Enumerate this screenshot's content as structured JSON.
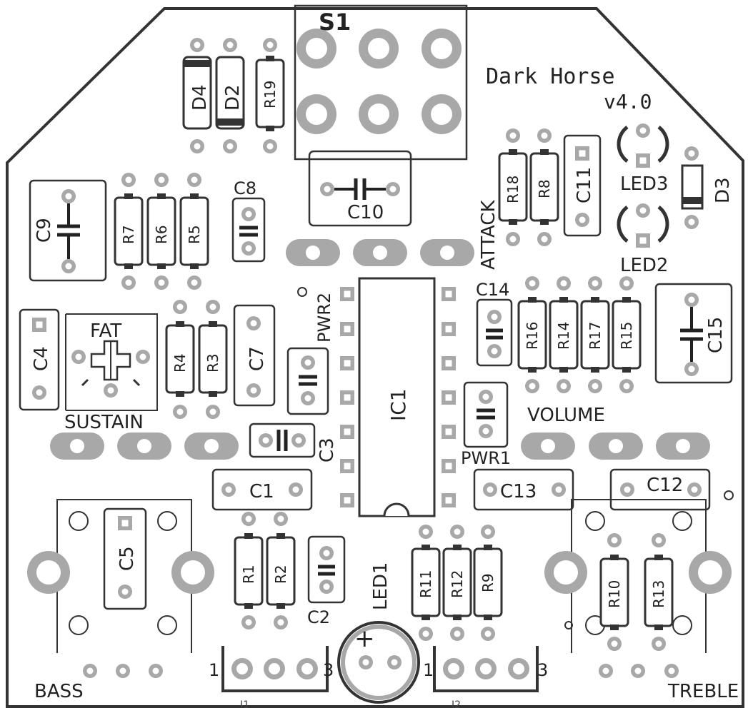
{
  "board": {
    "title_line1": "Dark Horse",
    "title_line2": "v4.0",
    "colors": {
      "outline": "#333333",
      "pad_fill": "#a8a8a8",
      "pad_hole": "#ffffff",
      "silk": "#222222",
      "pad_outline": "#bdbdbd"
    }
  },
  "switch": {
    "label": "S1"
  },
  "ic": {
    "label": "IC1"
  },
  "pots": {
    "fat": "FAT",
    "sustain": "SUSTAIN",
    "attack": "ATTACK",
    "volume": "VOLUME",
    "bass": "BASS",
    "treble": "TREBLE"
  },
  "resistors": {
    "R1": "R1",
    "R2": "R2",
    "R3": "R3",
    "R4": "R4",
    "R5": "R5",
    "R6": "R6",
    "R7": "R7",
    "R8": "R8",
    "R9": "R9",
    "R10": "R10",
    "R11": "R11",
    "R12": "R12",
    "R13": "R13",
    "R14": "R14",
    "R15": "R15",
    "R16": "R16",
    "R17": "R17",
    "R18": "R18",
    "R19": "R19"
  },
  "capacitors": {
    "C1": "C1",
    "C2": "C2",
    "C3": "C3",
    "C4": "C4",
    "C5": "C5",
    "C7": "C7",
    "C8": "C8",
    "C9": "C9",
    "C10": "C10",
    "C11": "C11",
    "C12": "C12",
    "C13": "C13",
    "C14": "C14",
    "C15": "C15"
  },
  "diodes": {
    "D2": "D2",
    "D3": "D3",
    "D4": "D4"
  },
  "leds": {
    "LED1": "LED1",
    "LED2": "LED2",
    "LED3": "LED3",
    "plus": "+"
  },
  "power": {
    "PWR1": "PWR1",
    "PWR2": "PWR2"
  },
  "jacks": {
    "J1": "J1",
    "J2": "J2",
    "pin1": "1",
    "pin3": "3"
  }
}
